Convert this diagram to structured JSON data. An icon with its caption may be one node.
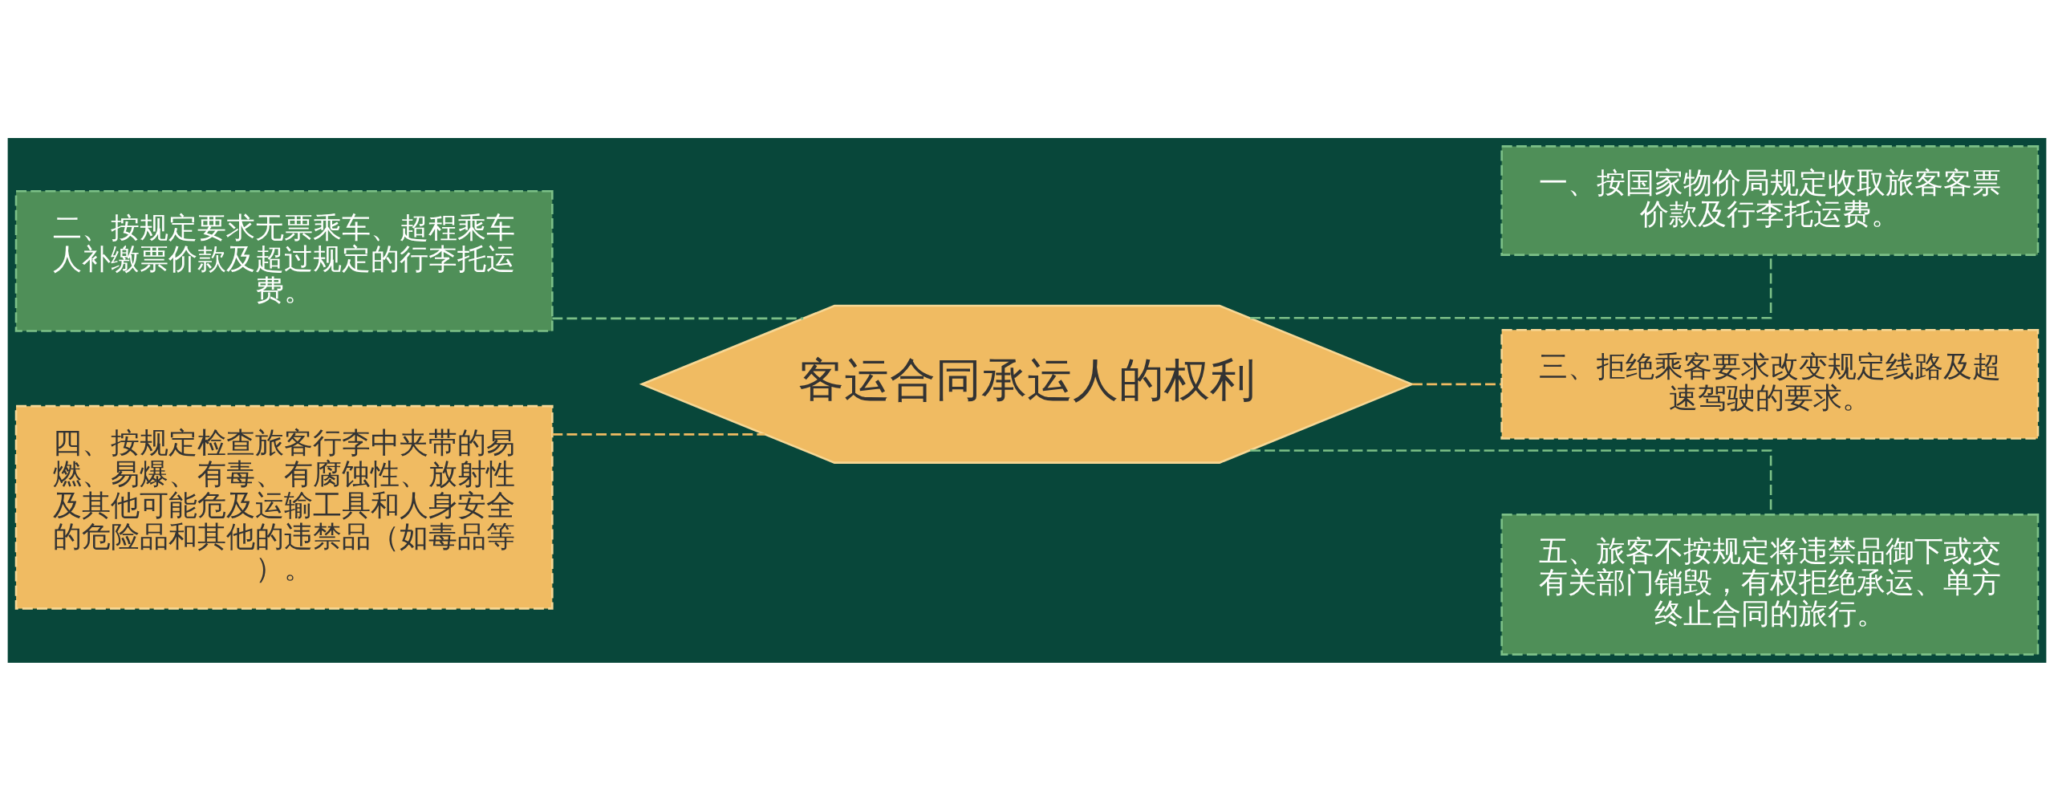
{
  "diagram": {
    "nodes": [
      {
        "text": [
          "客运合同承运人的权利"
        ]
      },
      {
        "text": [
          "一、按国家物价局规定收取旅客客票价款及行李托运费。"
        ]
      },
      {
        "text": [
          "二、按规定要求无票乘车、超程乘车人补缴票价款及超过规定的行李托运费。"
        ]
      },
      {
        "text": [
          "三、拒绝乘客要求改变规定线路及超速驾驶的要求。"
        ]
      },
      {
        "text": [
          "四、按规定检查旅客行李中夹带的易燃、易爆、有毒、有腐蚀性、放射性及其他可能危及运输工具和人身安全的危险品和其他的违禁品（如毒品等）。"
        ]
      },
      {
        "text": [
          "五、旅客不按规定将违禁品御下或交有关部门销毁，有权拒绝承运、单方终止合同的旅行。"
        ]
      }
    ],
    "edges": [
      {
        "from": 0,
        "to": 1,
        "arrow": "none",
        "style": "dashed"
      },
      {
        "from": 0,
        "to": 2,
        "arrow": "none",
        "style": "dashed"
      },
      {
        "from": 0,
        "to": 3,
        "arrow": "none",
        "style": "dashed",
        "color": "#f0bb62"
      },
      {
        "from": 0,
        "to": 4,
        "arrow": "none",
        "style": "dashed",
        "color": "#f0bb62"
      },
      {
        "from": 0,
        "to": 5,
        "arrow": "none",
        "style": "dashed"
      }
    ]
  }
}
